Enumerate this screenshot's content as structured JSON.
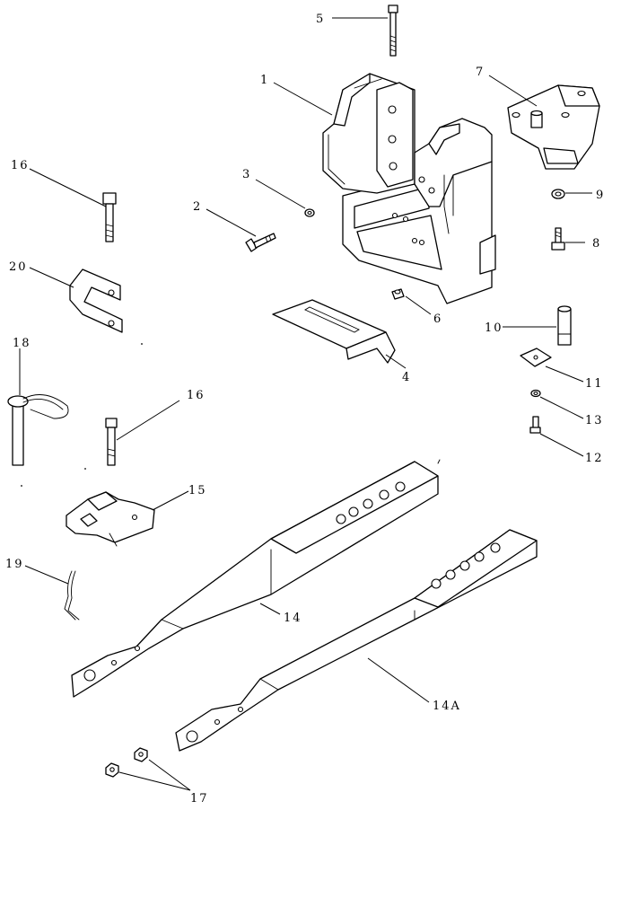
{
  "callouts": {
    "c1": "1",
    "c2": "2",
    "c3": "3",
    "c4": "4",
    "c5": "5",
    "c6": "6",
    "c7": "7",
    "c8": "8",
    "c9": "9",
    "c10": "10",
    "c11": "11",
    "c12": "12",
    "c13": "13",
    "c14": "14",
    "c14a": "14A",
    "c15": "15",
    "c16a": "16",
    "c16b": "16",
    "c17": "17",
    "c18": "18",
    "c19": "19",
    "c20": "20"
  }
}
